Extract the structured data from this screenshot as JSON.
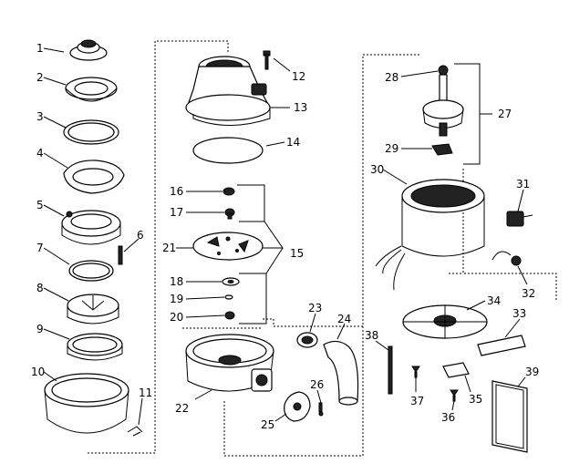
{
  "diagram": {
    "parts": {
      "p1": "1",
      "p2": "2",
      "p3": "3",
      "p4": "4",
      "p5": "5",
      "p6": "6",
      "p7": "7",
      "p8": "8",
      "p9": "9",
      "p10": "10",
      "p11": "11",
      "p12": "12",
      "p13": "13",
      "p14": "14",
      "p15": "15",
      "p16": "16",
      "p17": "17",
      "p18": "18",
      "p19": "19",
      "p20": "20",
      "p21": "21",
      "p22": "22",
      "p23": "23",
      "p24": "24",
      "p25": "25",
      "p26": "26",
      "p27": "27",
      "p28": "28",
      "p29": "29",
      "p30": "30",
      "p31": "31",
      "p32": "32",
      "p33": "33",
      "p34": "34",
      "p35": "35",
      "p36": "36",
      "p37": "37",
      "p38": "38",
      "p39": "39"
    }
  }
}
